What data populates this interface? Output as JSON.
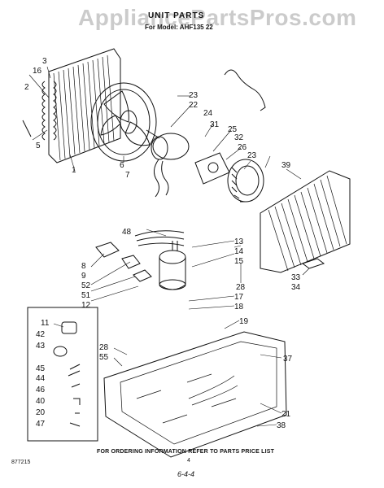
{
  "header": {
    "watermark": "AppliancePartsPros.com",
    "title": "UNIT PARTS",
    "subtitle": "For Model: AHF135 22"
  },
  "callouts": [
    "2",
    "3",
    "16",
    "5",
    "1",
    "6",
    "7",
    "23",
    "22",
    "24",
    "31",
    "25",
    "32",
    "26",
    "23",
    "39",
    "48",
    "13",
    "14",
    "15",
    "28",
    "17",
    "18",
    "19",
    "33",
    "34",
    "8",
    "9",
    "52",
    "51",
    "12",
    "11",
    "42",
    "43",
    "45",
    "44",
    "46",
    "40",
    "20",
    "47",
    "28",
    "55",
    "37",
    "21",
    "38"
  ],
  "footer": {
    "ordering_note": "FOR ORDERING INFORMATION REFER TO PARTS PRICE LIST",
    "ref_number": "877215",
    "page_number": "4",
    "date_mark": "6-4-4"
  }
}
